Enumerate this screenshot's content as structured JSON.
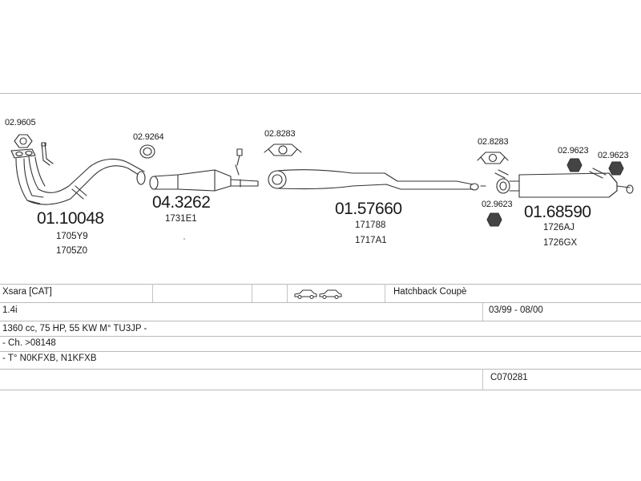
{
  "diagram": {
    "small_codes": [
      "02.9605",
      "02.9264",
      "02.8283",
      "02.8283",
      "02.9623",
      "02.9623",
      "02.9623"
    ],
    "parts": [
      {
        "number": "01.10048",
        "refs": [
          "1705Y9",
          "1705Z0"
        ]
      },
      {
        "number": "04.3262",
        "refs": [
          "1731E1"
        ]
      },
      {
        "number": "01.57660",
        "refs": [
          "171788",
          "1717A1"
        ]
      },
      {
        "number": "01.68590",
        "refs": [
          "1726AJ",
          "1726GX"
        ]
      }
    ]
  },
  "vehicle": {
    "model": "Xsara  [CAT]",
    "body": "Hatchback Coupè",
    "engine": "1.4i",
    "years": "03/99 - 08/00",
    "specs": "1360 cc, 75 HP, 55 KW M° TU3JP -",
    "chassis": "- Ch. >08148",
    "type_codes": "- T° N0KFXB, N1KFXB",
    "catalog_code": "C070281"
  }
}
